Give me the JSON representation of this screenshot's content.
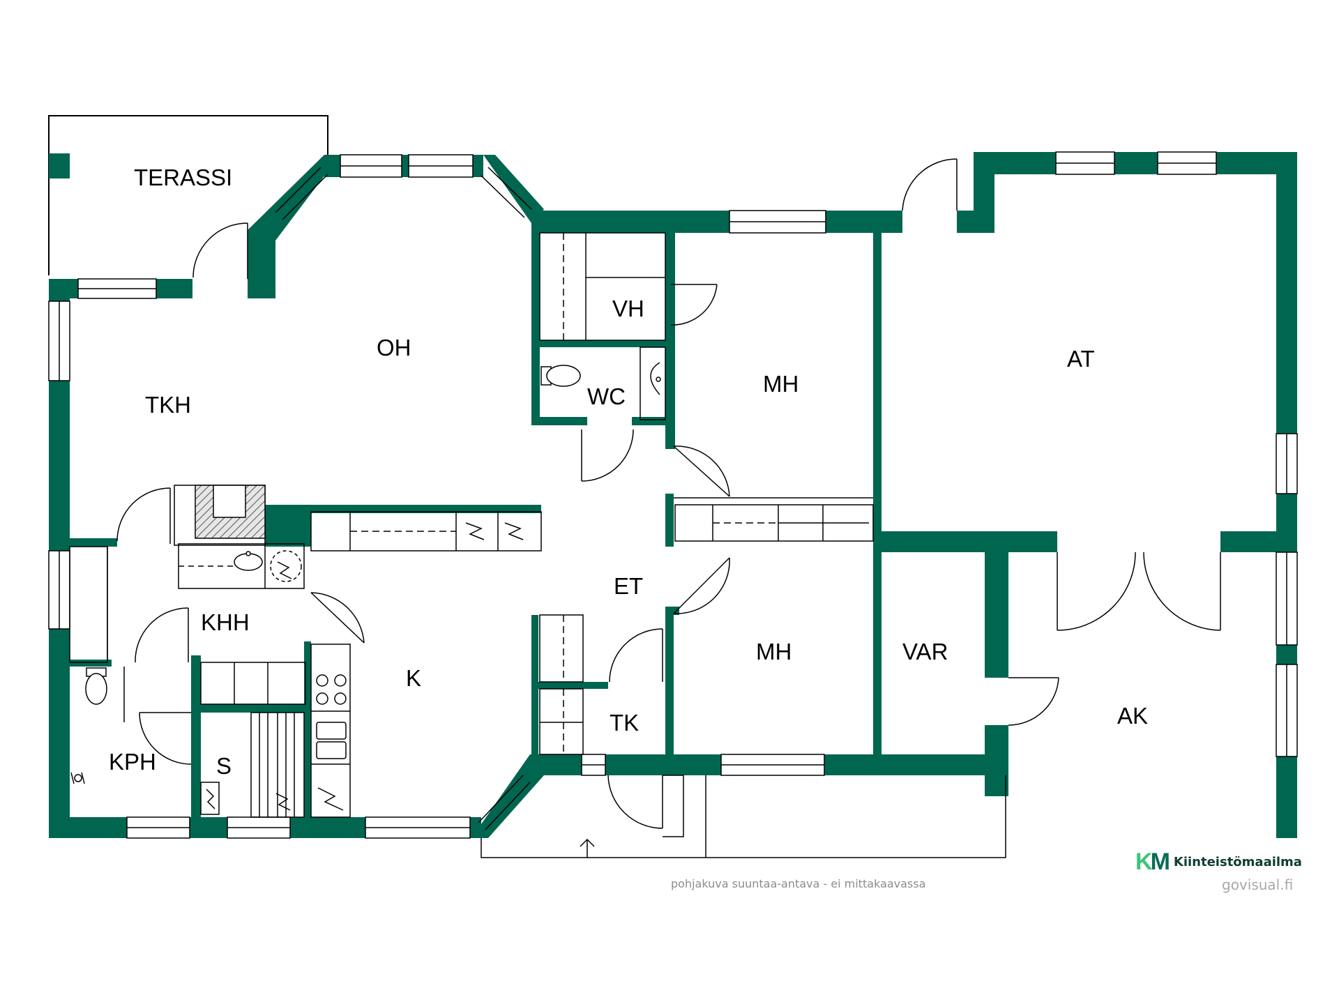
{
  "colors": {
    "wall": "#006650",
    "line": "#000000",
    "background": "#ffffff",
    "footnote": "#8c8c8c",
    "logo_accent": "#3cc47c"
  },
  "rooms": {
    "terassi": "TERASSI",
    "oh": "OH",
    "tkh": "TKH",
    "vh": "VH",
    "wc": "WC",
    "mh_upper": "MH",
    "at": "AT",
    "et": "ET",
    "khh": "KHH",
    "k": "K",
    "mh_lower": "MH",
    "var": "VAR",
    "ak": "AK",
    "tk": "TK",
    "kph": "KPH",
    "s": "S"
  },
  "footer": {
    "note": "pohjakuva suuntaa-antava - ei mittakaavassa",
    "brand_mark": "KM",
    "brand_k": "K",
    "brand_m": "M",
    "brand_name": "Kiinteistömaailma",
    "credit": "govisual.fi"
  },
  "icons": [
    "stove-icon",
    "sink-icon",
    "toilet-icon",
    "washbasin-icon",
    "electric-heater-icon",
    "shower-icon",
    "fireplace-icon",
    "entrance-arrow-icon"
  ]
}
